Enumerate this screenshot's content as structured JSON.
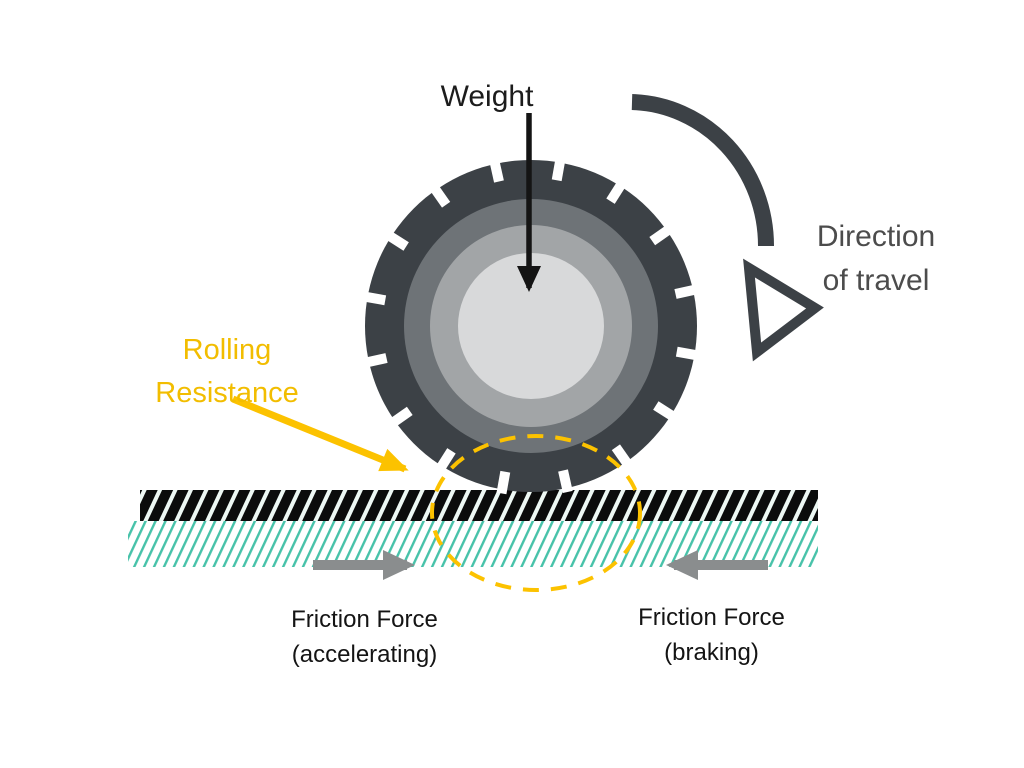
{
  "diagram": {
    "labels": {
      "weight": "Weight",
      "direction_line1": "Direction",
      "direction_line2": "of travel",
      "rolling_line1": "Rolling",
      "rolling_line2": "Resistance",
      "friction_accel_line1": "Friction Force",
      "friction_accel_line2": "(accelerating)",
      "friction_brake_line1": "Friction Force",
      "friction_brake_line2": "(braking)"
    },
    "colors": {
      "accent_yellow": "#FCC200",
      "tire_dark": "#3C4146",
      "tire_ring_mid": "#6E7377",
      "tire_ring_light": "#A2A5A7",
      "tire_hub": "#D8D9DA",
      "arrow_gray": "#8A8D8E",
      "road_black": "#0B0C0C",
      "road_teal_hatch": "#47C2A9",
      "text_dark": "#1C1C1C",
      "text_gray": "#4C4C4C"
    }
  }
}
